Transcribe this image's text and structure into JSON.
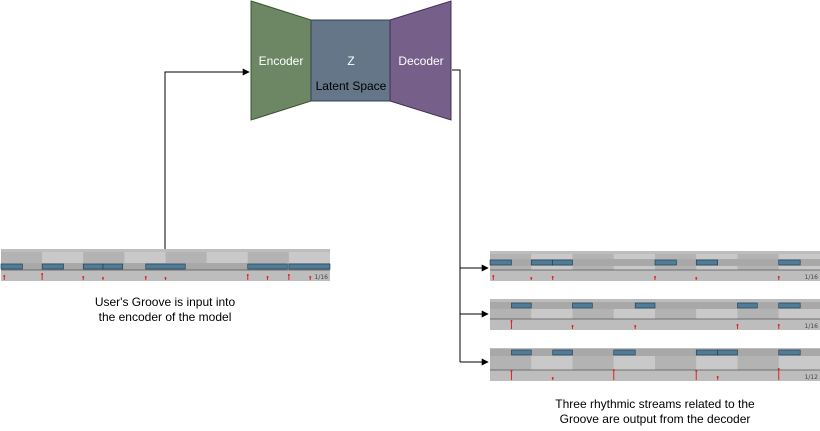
{
  "model": {
    "encoder_label": "Encoder",
    "latent_symbol": "Z",
    "latent_label": "Latent Space",
    "decoder_label": "Decoder",
    "colors": {
      "encoder": "#6d8764",
      "latent": "#647687",
      "decoder": "#76608a"
    }
  },
  "input_caption": {
    "line1": "User's Groove is input into",
    "line2": "the encoder of the model"
  },
  "output_caption": {
    "line1": "Three rhythmic streams related to the",
    "line2": "Groove are output from the decoder"
  },
  "clips": {
    "input_clip_label": "1/16",
    "output_clip_labels": [
      "1/16",
      "1/16",
      "1/12"
    ]
  }
}
